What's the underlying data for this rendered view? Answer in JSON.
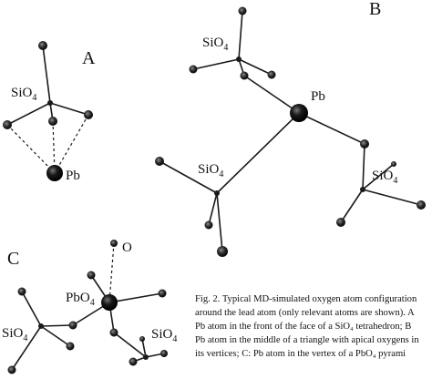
{
  "panels": {
    "A": {
      "letter": "A",
      "sio4": "SiO",
      "sio4_sub": "4",
      "pb": "Pb"
    },
    "B": {
      "letter": "B",
      "sio4_top": "SiO",
      "sio4_mid": "SiO",
      "sio4_right": "SiO",
      "sub": "4",
      "pb": "Pb"
    },
    "C": {
      "letter": "C",
      "o": "O",
      "pbo4": "PbO",
      "sio4_left": "SiO",
      "sio4_right": "SiO",
      "sub": "4"
    }
  },
  "caption": {
    "line1": "Fig. 2. Typical MD-simulated oxygen atom configuration",
    "line2": "around the lead atom (only relevant atoms are shown). A",
    "line3": "Pb atom in the front of the face of a SiO₄ tetrahedron; B",
    "line4": "Pb atom in the middle of a triangle with apical oxygens in",
    "line5": "its vertices; C: Pb atom in the vertex of a PbO₄ pyrami"
  },
  "colors": {
    "atom": "#1a1a1a",
    "background": "#ffffff"
  }
}
